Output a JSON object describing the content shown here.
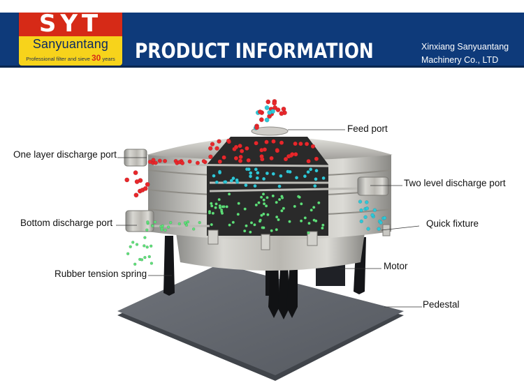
{
  "header": {
    "logo_letters": "SYT",
    "logo_name": "Sanyuantang",
    "logo_tagline": "Professional filter and sieve",
    "logo_years_number": "30",
    "logo_years_word": "years",
    "title": "PRODUCT INFORMATION",
    "company_line1": "Xinxiang Sanyuantang",
    "company_line2": "Machinery Co., LTD"
  },
  "labels": {
    "feed_port": "Feed port",
    "one_layer_discharge": "One layer discharge port",
    "two_level_discharge": "Two level discharge port",
    "bottom_discharge": "Bottom discharge port",
    "quick_fixture": "Quick fixture",
    "rubber_spring": "Rubber tension spring",
    "motor": "Motor",
    "pedestal": "Pedestal"
  },
  "colors": {
    "banner": "#0e3a7a",
    "logo_yellow": "#f7d31b",
    "logo_red": "#d62a17",
    "particle_red": "#e8272b",
    "particle_cyan": "#2ec8d8",
    "particle_green": "#5fe07a"
  }
}
